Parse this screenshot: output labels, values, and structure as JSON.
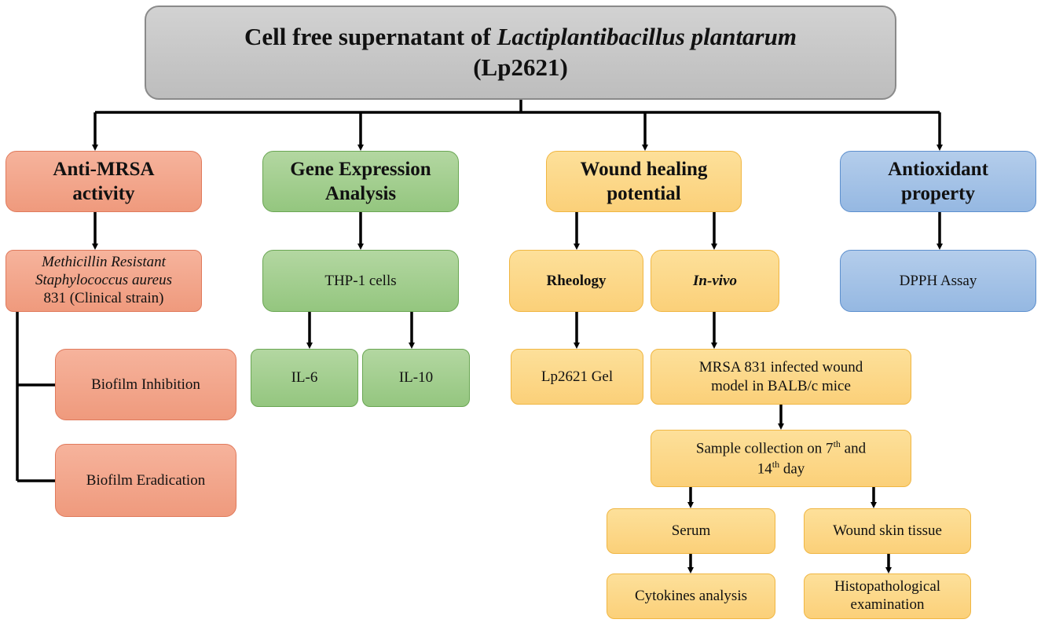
{
  "title": {
    "line1_prefix": "Cell free supernatant of ",
    "line1_italic": "Lactiplantibacillus plantarum",
    "line2": "(Lp2621)"
  },
  "branches": {
    "anti_mrsa": {
      "header_line1": "Anti-MRSA",
      "header_line2": "activity",
      "strain_line1": "Methicillin Resistant",
      "strain_line2": "Staphylococcus aureus",
      "strain_line3": "831 (Clinical strain)",
      "biofilm_inhibition": "Biofilm Inhibition",
      "biofilm_eradication": "Biofilm Eradication"
    },
    "gene_expression": {
      "header_line1": "Gene Expression",
      "header_line2": "Analysis",
      "cells": "THP-1 cells",
      "il6": "IL-6",
      "il10": "IL-10"
    },
    "wound_healing": {
      "header_line1": "Wound healing",
      "header_line2": "potential",
      "rheology": "Rheology",
      "gel": "Lp2621 Gel",
      "in_vivo": "In-vivo",
      "model_line1": "MRSA 831 infected wound",
      "model_line2": "model in BALB/c mice",
      "sample_prefix": "Sample collection on 7",
      "sample_sup1": "th",
      "sample_mid": " and",
      "sample_line2_num": "14",
      "sample_sup2": "th",
      "sample_line2_rest": " day",
      "serum": "Serum",
      "cytokines": "Cytokines analysis",
      "tissue": "Wound skin tissue",
      "histo_line1": "Histopathological",
      "histo_line2": "examination"
    },
    "antioxidant": {
      "header_line1": "Antioxidant",
      "header_line2": "property",
      "assay": "DPPH Assay"
    }
  },
  "colors": {
    "title_fill": "#c8c8c8",
    "anti_mrsa_fill": "#f3a88c",
    "gene_fill": "#a4cf90",
    "wound_fill": "#fcd98a",
    "antioxidant_fill": "#a5c3e7"
  }
}
